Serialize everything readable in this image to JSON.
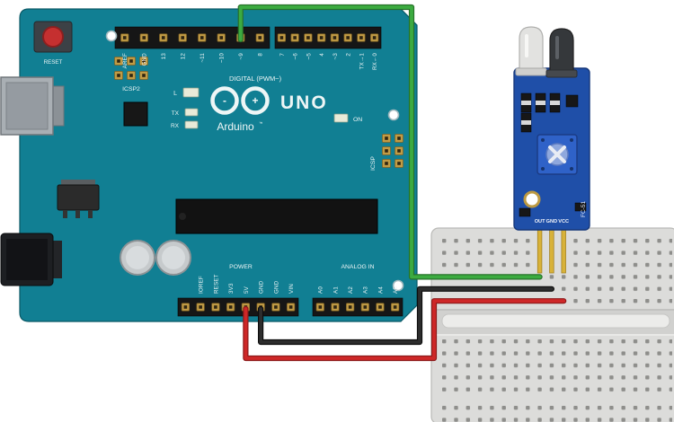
{
  "colors": {
    "board_teal": "#117f93",
    "pin_gold": "#c19b45",
    "wire_green": "#3cab40",
    "wire_green_dark": "#27722a",
    "wire_red": "#ce2727",
    "wire_red_dark": "#8c1a1a",
    "wire_black": "#2d2d2d",
    "wire_black_dark": "#0d0d0d",
    "sensor_blue": "#1f4fa8",
    "breadboard": "#dcdcda",
    "breadboard_hole": "#8e8e8b"
  },
  "arduino": {
    "reset_label": "RESET",
    "icsp2_label": "ICSP2",
    "digital_label": "DIGITAL (PWM~)",
    "led_l": "L",
    "led_tx": "TX",
    "led_rx": "RX",
    "logo_minus": "-",
    "logo_plus": "+",
    "model": "UNO",
    "brand": "Arduino",
    "brand_tm": "™",
    "on_label": "ON",
    "icsp_label": "ICSP",
    "power_label": "POWER",
    "analog_label": "ANALOG IN",
    "digital_pins_left": [
      "AREF",
      "GND",
      "13",
      "12",
      "~11",
      "~10",
      "~9",
      "8"
    ],
    "digital_pins_right": [
      "7",
      "~6",
      "~5",
      "4",
      "~3",
      "2",
      "TX→1",
      "RX←0"
    ],
    "power_pins": [
      "IOREF",
      "RESET",
      "3V3",
      "5V",
      "GND",
      "GND",
      "VIN"
    ],
    "analog_pins": [
      "A0",
      "A1",
      "A2",
      "A3",
      "A4",
      "A5"
    ]
  },
  "sensor": {
    "pins": [
      "OUT",
      "GND",
      "VCC"
    ],
    "model_label": "FC-51"
  }
}
